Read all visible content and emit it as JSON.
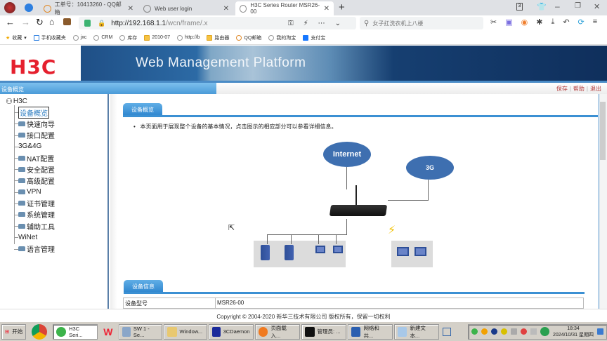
{
  "browser": {
    "tabs": [
      {
        "label": "工单号：10413260 - QQ邮箱",
        "active": false
      },
      {
        "label": "Web user login",
        "active": false
      },
      {
        "label": "H3C Series Router MSR26-00",
        "active": true
      }
    ],
    "new_tab": "+",
    "tab_count": "3",
    "url_host": "http://192.168.1.1",
    "url_path": "/wcn/frame/.x",
    "search_placeholder": "女子扛洗衣机上八楼",
    "bookmarks": [
      "收藏",
      "手机收藏夹",
      "jxc",
      "CRM",
      "库存",
      "2010-07",
      "http://b",
      "路由器",
      "QQ邮箱",
      "我的淘宝",
      "支付宝"
    ]
  },
  "app": {
    "logo": "H3C",
    "title": "Web Management Platform",
    "breadcrumb": "设备概览",
    "top_links": [
      "保存",
      "帮助",
      "退出"
    ]
  },
  "sidebar": {
    "root": "H3C",
    "items": [
      {
        "label": "设备概览",
        "selected": true,
        "folder": false
      },
      {
        "label": "快速向导",
        "folder": true
      },
      {
        "label": "接口配置",
        "folder": true
      },
      {
        "label": "3G&4G",
        "folder": false
      },
      {
        "label": "NAT配置",
        "folder": true
      },
      {
        "label": "安全配置",
        "folder": true
      },
      {
        "label": "高级配置",
        "folder": true
      },
      {
        "label": "VPN",
        "folder": true
      },
      {
        "label": "证书管理",
        "folder": true
      },
      {
        "label": "系统管理",
        "folder": true
      },
      {
        "label": "辅助工具",
        "folder": true
      },
      {
        "label": "WiNet",
        "folder": false
      },
      {
        "label": "语言管理",
        "folder": true
      }
    ]
  },
  "main": {
    "overview_tab": "设备概览",
    "overview_note": "本页面用于展现整个设备的基本情况，点击图示的相应部分可以参看详细信息。",
    "diagram": {
      "cloud_internet": "Internet",
      "cloud_3g": "3G"
    },
    "info_tab": "设备信息",
    "info_rows": [
      {
        "label": "设备型号",
        "value": "MSR26-00"
      }
    ]
  },
  "footer": {
    "copyright": "Copyright © 2004-2020 新华三技术有限公司 版权所有，保留一切权利"
  },
  "taskbar": {
    "start": "开始",
    "items": [
      "H3C Seri...",
      "SW 1 - Se...",
      "Window...",
      "3CDaemon",
      "页面载入...",
      "管理员: ...",
      "网络和共...",
      "新建文本..."
    ],
    "time": "18:34",
    "date": "2024/10/31 星期四"
  }
}
